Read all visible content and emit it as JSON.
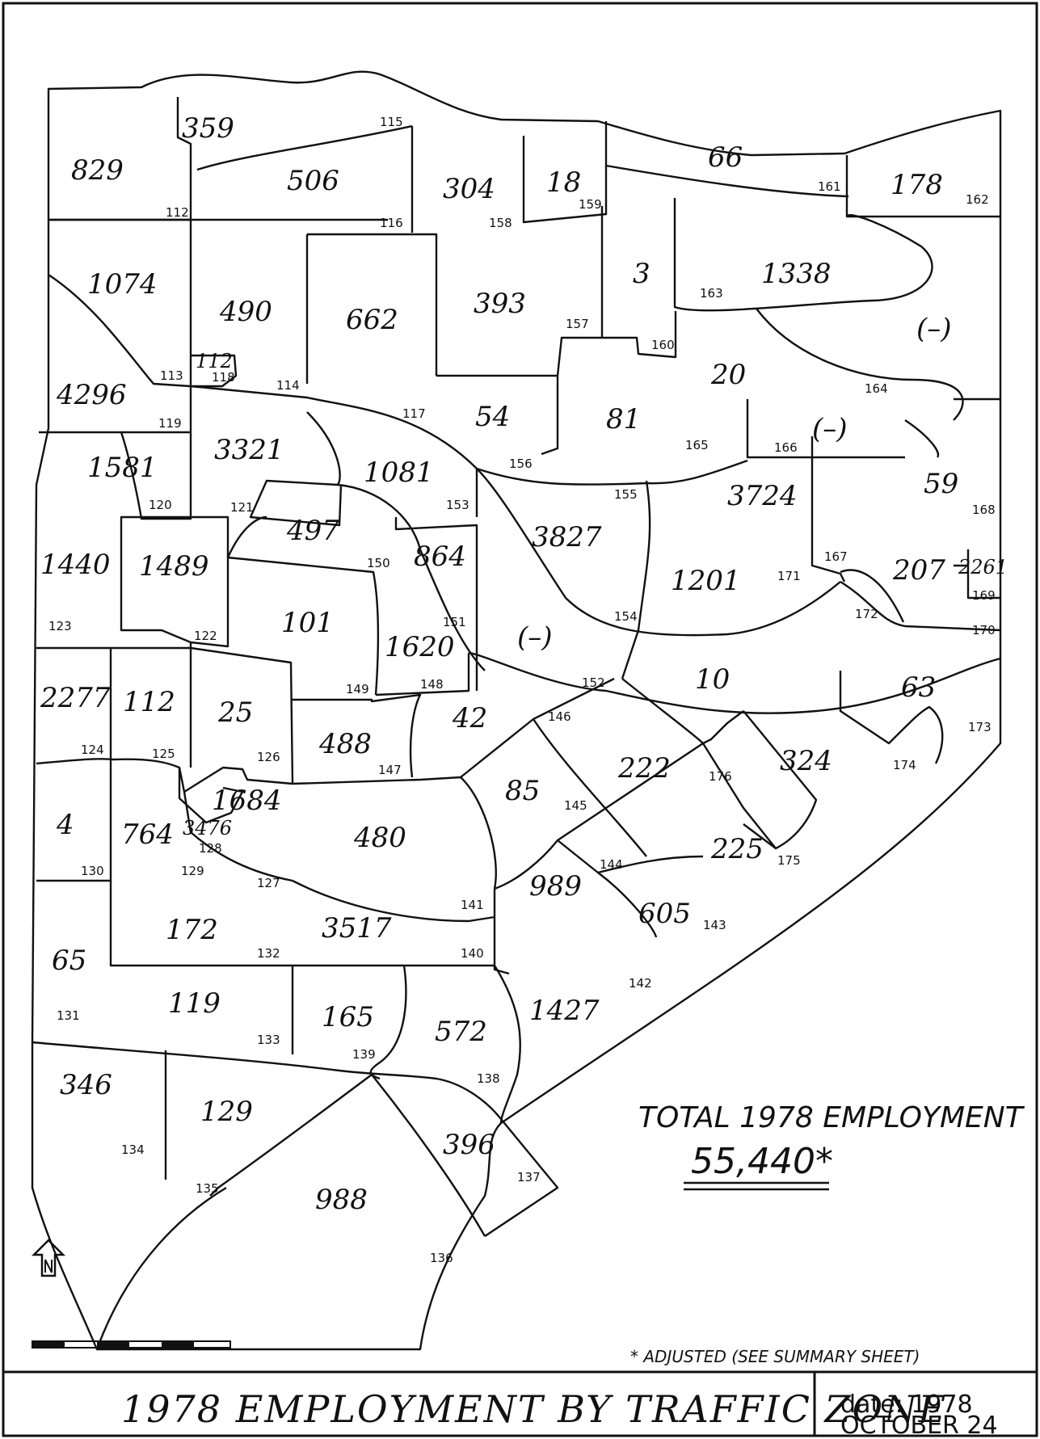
{
  "map": {
    "title": "1978 EMPLOYMENT BY TRAFFIC ZONE",
    "date_label": "date: 1978",
    "date_sub": "OCTOBER 24",
    "total_label": "TOTAL 1978 EMPLOYMENT",
    "total_value": "55,440*",
    "footnote": "* ADJUSTED (SEE SUMMARY SHEET)",
    "north_icon": "north-arrow-icon",
    "scale_icon": "scale-bar-icon"
  },
  "zones": [
    {
      "id": "112",
      "emp": "829"
    },
    {
      "id": "115",
      "emp": "359"
    },
    {
      "id": "116",
      "emp": "506"
    },
    {
      "id": "158",
      "emp": "304"
    },
    {
      "id": "159",
      "emp": "18"
    },
    {
      "id": "161",
      "emp": "66"
    },
    {
      "id": "162",
      "emp": "178"
    },
    {
      "id": "113",
      "emp": "1074"
    },
    {
      "id": "114",
      "emp": "490"
    },
    {
      "id": "117",
      "emp": "662"
    },
    {
      "id": "157",
      "emp": "393"
    },
    {
      "id": "160",
      "emp": "3"
    },
    {
      "id": "163",
      "emp": "1338"
    },
    {
      "id": "164",
      "emp": "(–)"
    },
    {
      "id": "119",
      "emp": "4296"
    },
    {
      "id": "118",
      "emp": "112"
    },
    {
      "id": "156",
      "emp": "54"
    },
    {
      "id": "155",
      "emp": "81"
    },
    {
      "id": "165",
      "emp": "20"
    },
    {
      "id": "166",
      "emp": "(–)"
    },
    {
      "id": "120",
      "emp": "1581"
    },
    {
      "id": "121",
      "emp": "3321"
    },
    {
      "id": "153",
      "emp": "1081"
    },
    {
      "id": "154",
      "emp": "3827"
    },
    {
      "id": "167",
      "emp": "3724"
    },
    {
      "id": "168",
      "emp": "59"
    },
    {
      "id": "123",
      "emp": "1440"
    },
    {
      "id": "122",
      "emp": "1489"
    },
    {
      "id": "150",
      "emp": "497"
    },
    {
      "id": "151",
      "emp": "864"
    },
    {
      "id": "171",
      "emp": "1201"
    },
    {
      "id": "170",
      "emp": "207"
    },
    {
      "id": "169",
      "emp": "2261"
    },
    {
      "id": "149",
      "emp": "101"
    },
    {
      "id": "148",
      "emp": "1620"
    },
    {
      "id": "152",
      "emp": "(–)"
    },
    {
      "id": "172",
      "emp": "10"
    },
    {
      "id": "173",
      "emp": "63"
    },
    {
      "id": "124",
      "emp": "2277"
    },
    {
      "id": "125",
      "emp": "112"
    },
    {
      "id": "126",
      "emp": "25"
    },
    {
      "id": "147",
      "emp": "488"
    },
    {
      "id": "146",
      "emp": "42"
    },
    {
      "id": "176",
      "emp": "222"
    },
    {
      "id": "174",
      "emp": "324"
    },
    {
      "id": "127",
      "emp": "1684"
    },
    {
      "id": "145",
      "emp": "85"
    },
    {
      "id": "130",
      "emp": "4"
    },
    {
      "id": "129",
      "emp": "764"
    },
    {
      "id": "128",
      "emp": "3476"
    },
    {
      "id": "141",
      "emp": "480"
    },
    {
      "id": "144",
      "emp": "989"
    },
    {
      "id": "175",
      "emp": "225"
    },
    {
      "id": "143",
      "emp": "605"
    },
    {
      "id": "132",
      "emp": "172"
    },
    {
      "id": "140",
      "emp": "3517"
    },
    {
      "id": "131",
      "emp": "65"
    },
    {
      "id": "133",
      "emp": "119"
    },
    {
      "id": "139",
      "emp": "165"
    },
    {
      "id": "138",
      "emp": "572"
    },
    {
      "id": "142",
      "emp": "1427"
    },
    {
      "id": "134",
      "emp": "346"
    },
    {
      "id": "135",
      "emp": "129"
    },
    {
      "id": "137",
      "emp": "396"
    },
    {
      "id": "136",
      "emp": "988"
    }
  ]
}
